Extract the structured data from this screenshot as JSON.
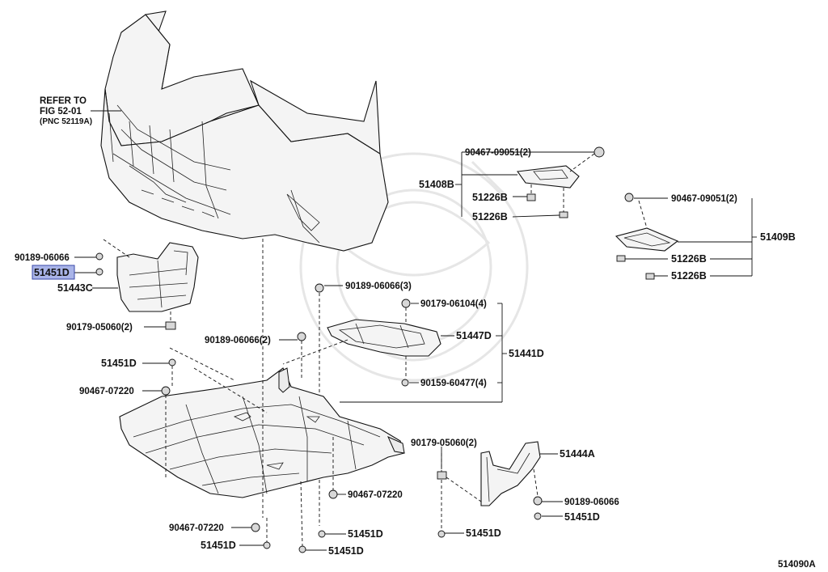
{
  "diagram_code": "514090A",
  "refer_note": {
    "line1": "REFER TO",
    "line2": "FIG 52-01",
    "line3": "(PNC 52119A)"
  },
  "labels": {
    "p90467_09051_top": "90467-09051(2)",
    "p51408B": "51408B",
    "p51226B_a": "51226B",
    "p51226B_b": "51226B",
    "p90467_09051_right": "90467-09051(2)",
    "p51409B": "51409B",
    "p51226B_c": "51226B",
    "p51226B_d": "51226B",
    "p90189_06066_left": "90189-06066",
    "p51451D_highlight": "51451D",
    "p51443C": "51443C",
    "p90179_05060_left": "90179-05060(2)",
    "p90189_06066_3": "90189-06066(3)",
    "p90179_06104": "90179-06104(4)",
    "p51447D": "51447D",
    "p51441D": "51441D",
    "p90189_06066_2": "90189-06066(2)",
    "p51451D_left": "51451D",
    "p90159_60477": "90159-60477(4)",
    "p90467_07220_left": "90467-07220",
    "p90179_05060_right": "90179-05060(2)",
    "p51444A": "51444A",
    "p90467_07220_mid": "90467-07220",
    "p90189_06066_right": "90189-06066",
    "p51451D_right": "51451D",
    "p90467_07220_bottom": "90467-07220",
    "p51451D_bottom_left": "51451D",
    "p51451D_bottom_mid1": "51451D",
    "p51451D_bottom_mid2": "51451D",
    "p51451D_bottom_right": "51451D"
  },
  "colors": {
    "highlight_fill": "#a9b4e8",
    "line": "#111111"
  }
}
